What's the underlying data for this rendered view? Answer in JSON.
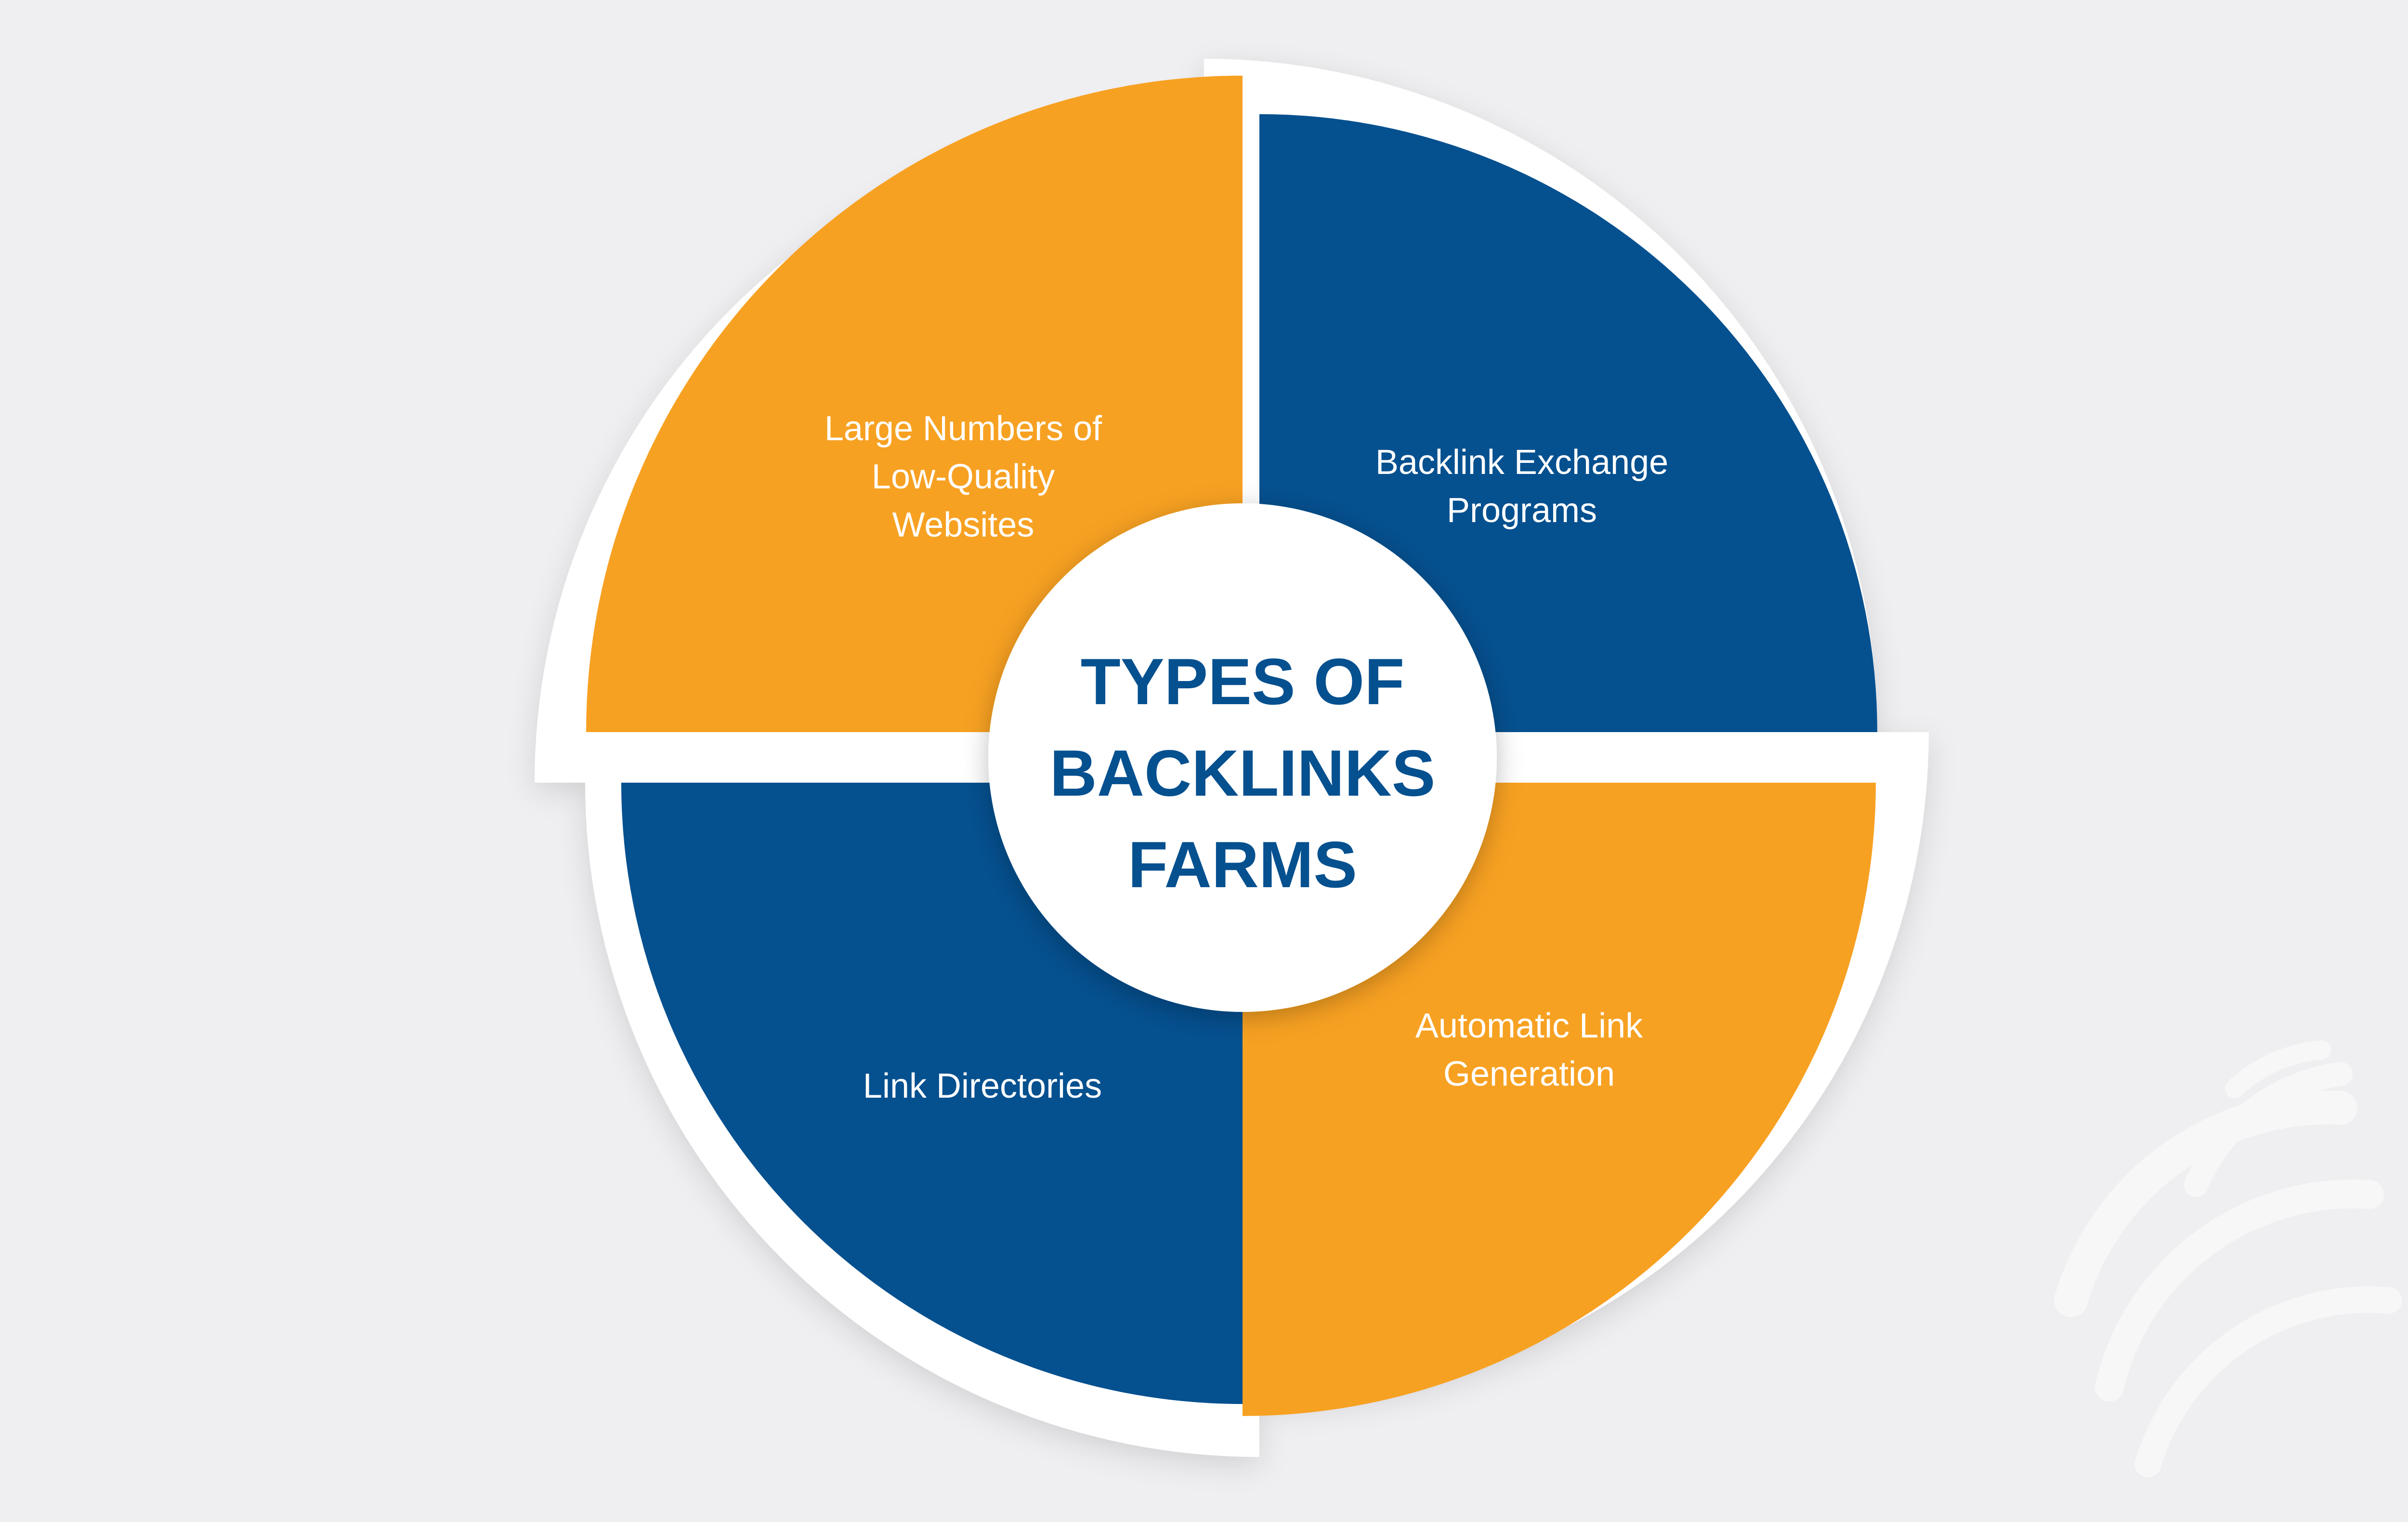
{
  "title": {
    "lines": [
      "TYPES OF",
      "BACKLINKS",
      "FARMS"
    ]
  },
  "segments": [
    {
      "id": "top-left",
      "lines": [
        "Large Numbers of",
        "Low-Quality",
        "Websites"
      ],
      "color": "#f7a122"
    },
    {
      "id": "top-right",
      "lines": [
        "Backlink Exchange",
        "Programs"
      ],
      "color": "#05508f"
    },
    {
      "id": "bottom-left",
      "lines": [
        "Link Directories"
      ],
      "color": "#05508f"
    },
    {
      "id": "bottom-right",
      "lines": [
        "Automatic Link",
        "Generation"
      ],
      "color": "#f7a122"
    }
  ],
  "colors": {
    "orange": "#f7a122",
    "blue": "#05508f",
    "ring": "#ffffff",
    "background": "#efeef0"
  }
}
